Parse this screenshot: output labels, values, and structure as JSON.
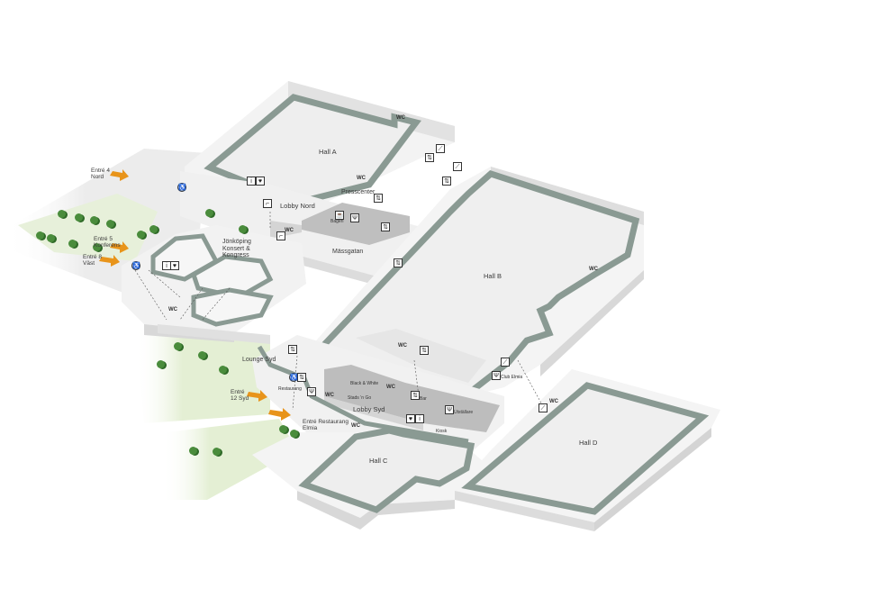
{
  "map": {
    "halls": {
      "hall_a": "Hall A",
      "hall_b": "Hall B",
      "hall_c": "Hall C",
      "hall_d": "Hall D"
    },
    "areas": {
      "lobby_nord": "Lobby Nord",
      "lobby_syd": "Lobby Syd",
      "lounge_syd": "Lounge Syd",
      "massgatan": "Mässgatan",
      "presscenter": "Presscenter",
      "konsert": "Jönköping Konsert & Kongress"
    },
    "entrances": {
      "e4": "Entré 4 Nord",
      "e5": "Entré 5 Konferens",
      "e8": "Entré 8 Väst",
      "e12": "Entré 12 Syd",
      "erest": "Entré Restaurang Elmia"
    },
    "small_labels": {
      "wc": "WC",
      "black_white": "Black & White",
      "club_elmia": "Club Elmia",
      "stodik": "Stads ’n Go",
      "bar": "Bar",
      "kiosk": "Kiosk",
      "restaurang": "Restaurang",
      "utstallare": "Utställare",
      "bageri": "Bageri"
    },
    "icon_names": [
      "info-icon",
      "defibrillator-icon",
      "elevator-icon",
      "escalator-icon",
      "stairs-icon",
      "cafe-icon",
      "restaurant-icon",
      "wheelchair-icon",
      "wc-icon",
      "entrance-arrow-icon",
      "tree-icon"
    ],
    "colors": {
      "wall": "#8a9a93",
      "floor": "#efefef",
      "block_top": "#f4f4f4",
      "block_side": "#dcdcdc",
      "shade": "#cfcfcf",
      "grass": "#e6f0d8",
      "tree": "#4a8c3c",
      "arrow": "#e8941a"
    }
  }
}
